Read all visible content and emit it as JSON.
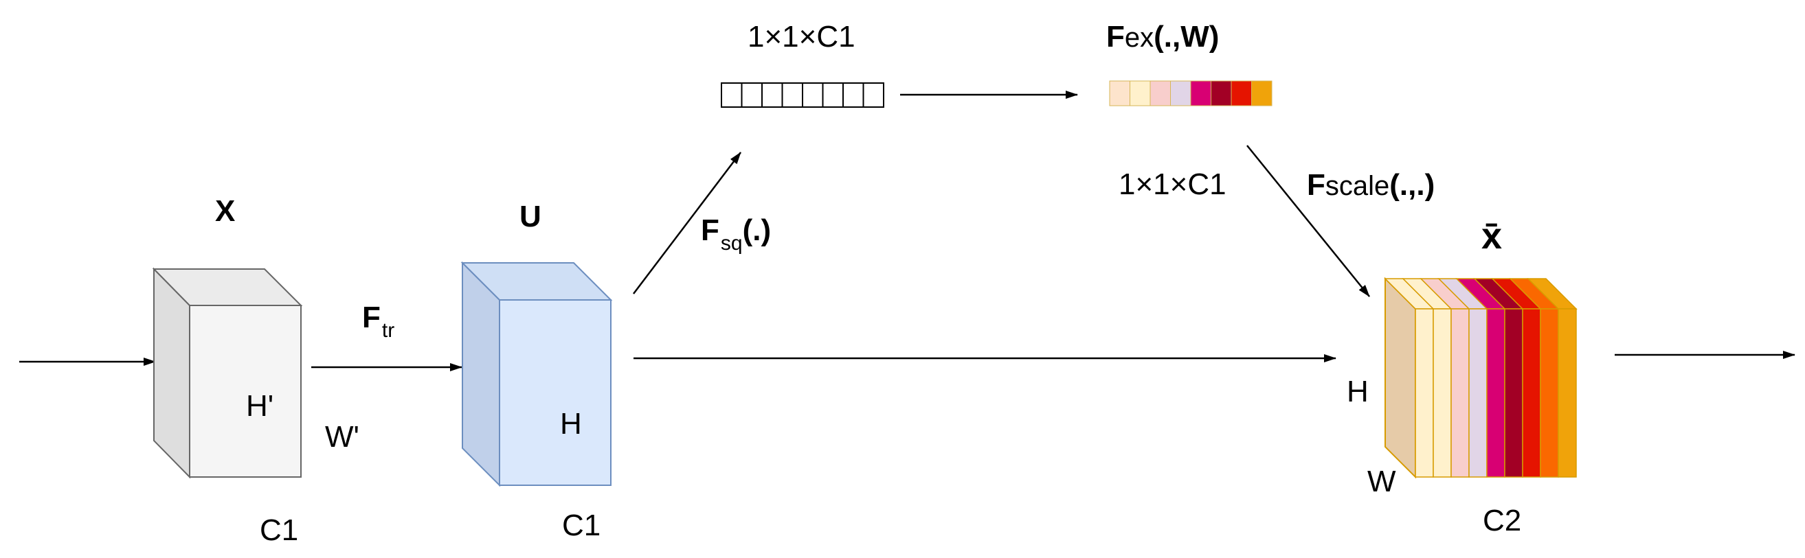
{
  "labels": {
    "x": "X",
    "u": "U",
    "x_tilde": "x̄",
    "f_tr": "F",
    "f_tr_sub": "tr",
    "f_sq": "F",
    "f_sq_sub": "sq",
    "f_sq_args": "(.)",
    "f_ex": "F",
    "f_ex_sub": "ex",
    "f_ex_args": "(.,W)",
    "f_scale": "F",
    "f_scale_sub": "scale",
    "f_scale_args": "(.,.)",
    "vec_top": "1×1×C1",
    "vec_bottom": "1×1×C1",
    "h_prime": "H'",
    "w_prime": "W'",
    "c1_x": "C1",
    "h_u": "H",
    "c1_u": "C1",
    "h_out": "H",
    "w_out": "W",
    "c2_out": "C2"
  },
  "colors": {
    "x_front": "#f5f5f5",
    "x_side": "#dedede",
    "x_top": "#ebebeb",
    "x_stroke": "#666666",
    "u_front": "#dae8fc",
    "u_side": "#c0d0ea",
    "u_top": "#cfdff5",
    "u_stroke": "#6c8ebf",
    "x_tilde_label": "#1a1a4e",
    "excitation_cells": [
      "#fde4cc",
      "#fff1cc",
      "#f8cecc",
      "#e1d5e7",
      "#d80073",
      "#a20025",
      "#e51400",
      "#f0a30a"
    ],
    "output_slices": [
      "#fff1cc",
      "#fff1cc",
      "#f8cecc",
      "#e1d5e7",
      "#d80073",
      "#a20025",
      "#e51400",
      "#fa6800",
      "#f0a30a"
    ]
  }
}
